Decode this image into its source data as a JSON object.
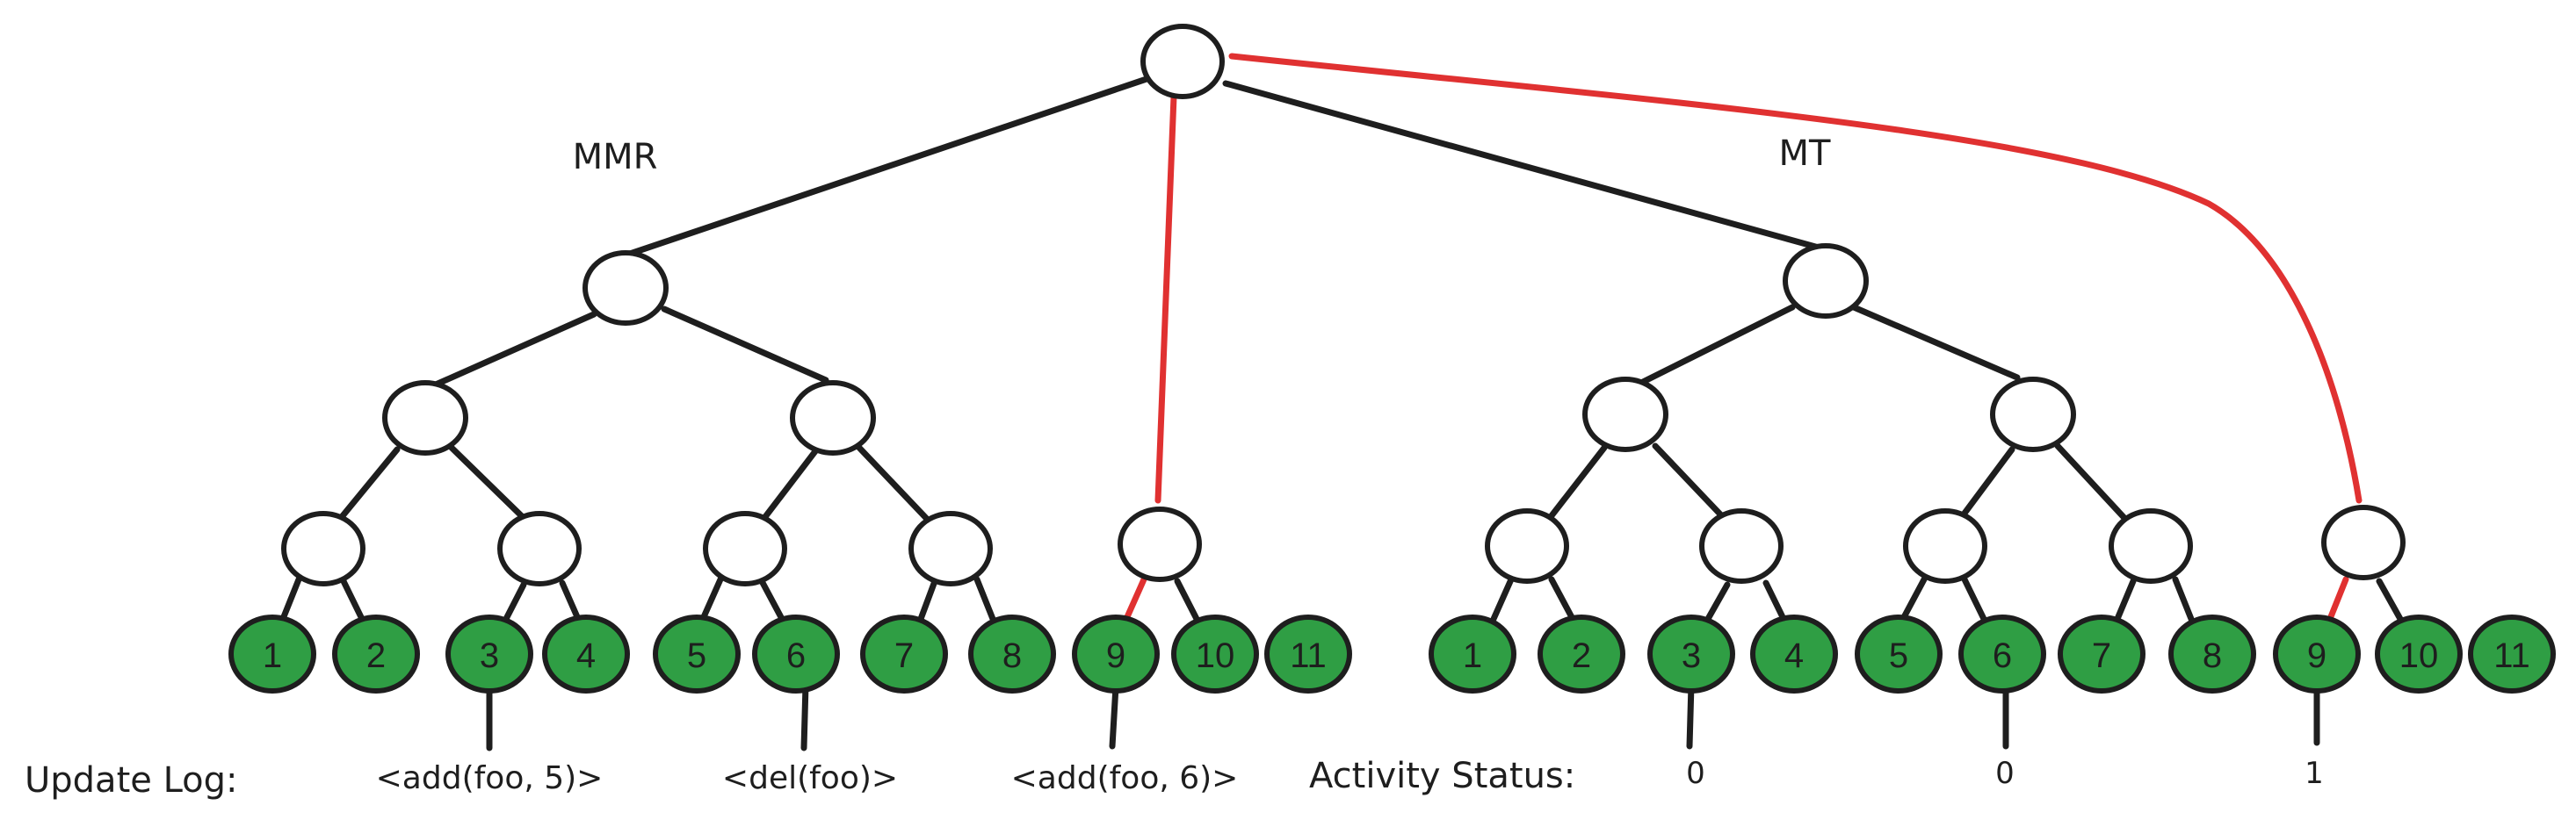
{
  "diagram": {
    "tree_labels": {
      "left": "MMR",
      "right": "MT"
    },
    "leaves": [
      "1",
      "2",
      "3",
      "4",
      "5",
      "6",
      "7",
      "8",
      "9",
      "10",
      "11"
    ],
    "update_log": {
      "title": "Update Log:",
      "entries": [
        "<add(foo, 5)>",
        "<del(foo)>",
        "<add(foo, 6)>"
      ]
    },
    "activity_status": {
      "title": "Activity Status:",
      "values": [
        "0",
        "0",
        "1"
      ]
    },
    "colors": {
      "leaf_fill": "#2f9e44",
      "stroke": "#1e1e1e",
      "highlight": "#e03131",
      "node_fill": "#ffffff"
    }
  }
}
